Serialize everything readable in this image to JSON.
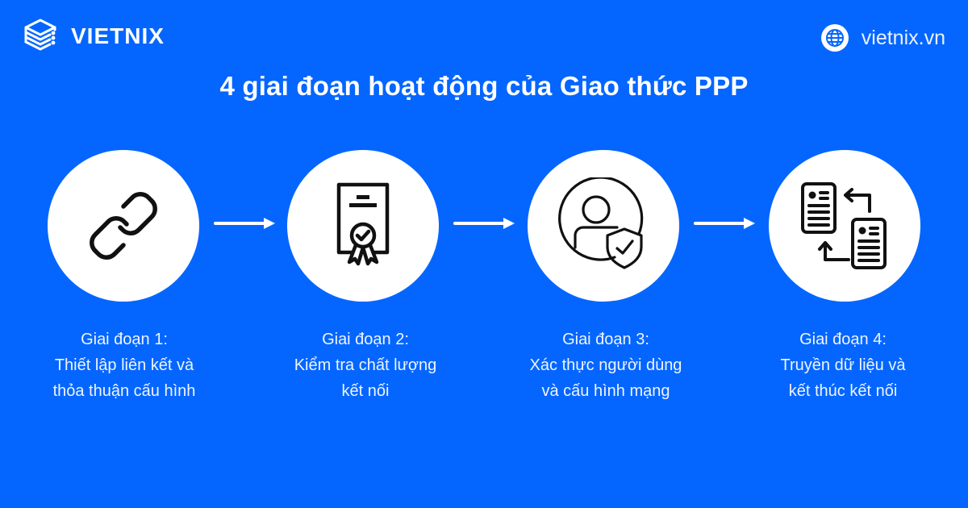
{
  "brand": {
    "logo_text": "VIETNIX",
    "website": "vietnix.vn",
    "logo_icon": "server-stack-icon",
    "website_icon": "globe-icon"
  },
  "title": "4 giai đoạn hoạt động của Giao thức PPP",
  "colors": {
    "background": "#0466FF",
    "circle": "#FFFFFF",
    "icon_stroke": "#111111",
    "text": "#FFFFFF"
  },
  "steps": [
    {
      "label": "Giai đoạn 1:",
      "line1": "Thiết lập liên kết và",
      "line2": "thỏa thuận cấu hình",
      "icon": "chain-link-icon"
    },
    {
      "label": "Giai đoạn 2:",
      "line1": "Kiểm tra chất lượng",
      "line2": "kết nối",
      "icon": "certificate-icon"
    },
    {
      "label": "Giai đoạn 3:",
      "line1": "Xác thực người dùng",
      "line2": "và cấu hình mạng",
      "icon": "user-shield-icon"
    },
    {
      "label": "Giai đoạn 4:",
      "line1": "Truyền dữ liệu và",
      "line2": "kết thúc kết nối",
      "icon": "document-exchange-icon"
    }
  ],
  "connectors": [
    "arrow-right",
    "arrow-right",
    "arrow-right"
  ]
}
